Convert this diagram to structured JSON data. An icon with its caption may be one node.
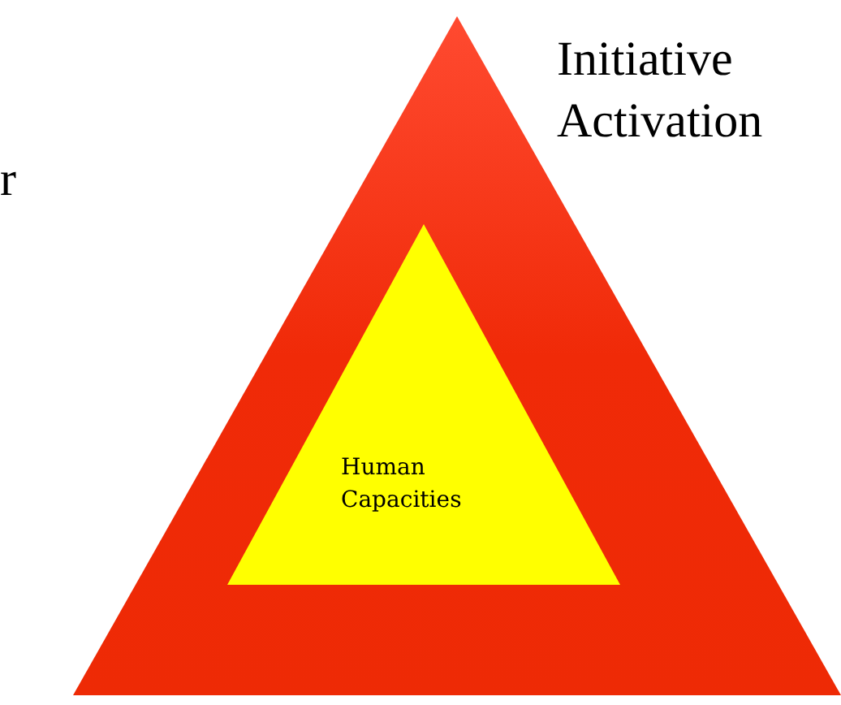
{
  "diagram": {
    "nodes": [
      {
        "text": [
          "Initiative Activation"
        ]
      },
      {
        "text": [
          "Human Capacities"
        ],
        "in": 0
      }
    ],
    "labels": [
      "r"
    ]
  }
}
